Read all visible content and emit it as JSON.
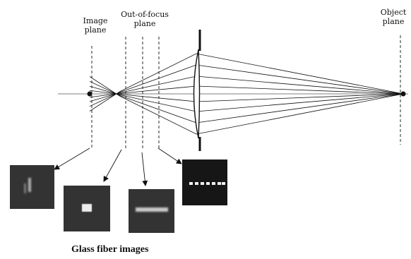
{
  "labels": {
    "image_plane": [
      "Image",
      "plane"
    ],
    "out_of_focus_plane": [
      "Out-of-focus",
      "plane"
    ],
    "object_plane": [
      "Object",
      "plane"
    ]
  },
  "caption": "Glass fiber images",
  "colors": {
    "line": "#111111",
    "panel_dark": "#2e2e2e",
    "panel_black": "#141414",
    "spot": "#e6e6e6"
  }
}
